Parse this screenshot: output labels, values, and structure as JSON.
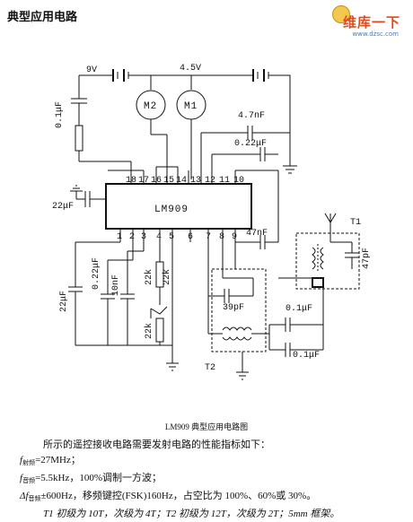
{
  "heading": "典型应用电路",
  "watermark": {
    "main": "维库一下",
    "site": "www.dzsc.com"
  },
  "labels": {
    "v9": "9V",
    "v45": "4.5V",
    "motor2": "M2",
    "motor1": "M1",
    "c01": "0.1μF",
    "c47n": "4.7nF",
    "c022": "0.22μF",
    "c22": "22μF",
    "chip": "LM909",
    "c47n2": "47nF",
    "t1": "T1",
    "c47p": "47pF",
    "c22b": "22μF",
    "c022b": "0.22μF",
    "c10n": "10nF",
    "r22k": "22k",
    "r22k2": "22k",
    "r22k3": "22k",
    "c39p": "39pF",
    "c01b": "0.1μF",
    "c01c": "0.1μF",
    "t2": "T2"
  },
  "pins_top": [
    "18",
    "17",
    "16",
    "15",
    "14",
    "13",
    "12",
    "11",
    "10"
  ],
  "pins_bottom": [
    "1",
    "2",
    "3",
    "4",
    "5",
    "6",
    "7",
    "8",
    "9"
  ],
  "caption": "LM909 典型应用电路图",
  "description": {
    "intro": "所示的遥控接收电路需要发射电路的性能指标如下：",
    "line1": {
      "sym": "f",
      "sub": "射频",
      "text": "=27MHz；"
    },
    "line2": {
      "sym": "f",
      "sub": "音频",
      "text": "=5.5kHz，100%调制一方波；"
    },
    "line3": {
      "sym": "Δf",
      "sub": "音频",
      "text": "±600Hz，移频键控(FSK)160Hz，占空比为 100%、60%或 30%。"
    },
    "line4": "T1 初级为 10T，次级为 4T；T2 初级为 12T，次级为 2T；5mm 框架。"
  }
}
